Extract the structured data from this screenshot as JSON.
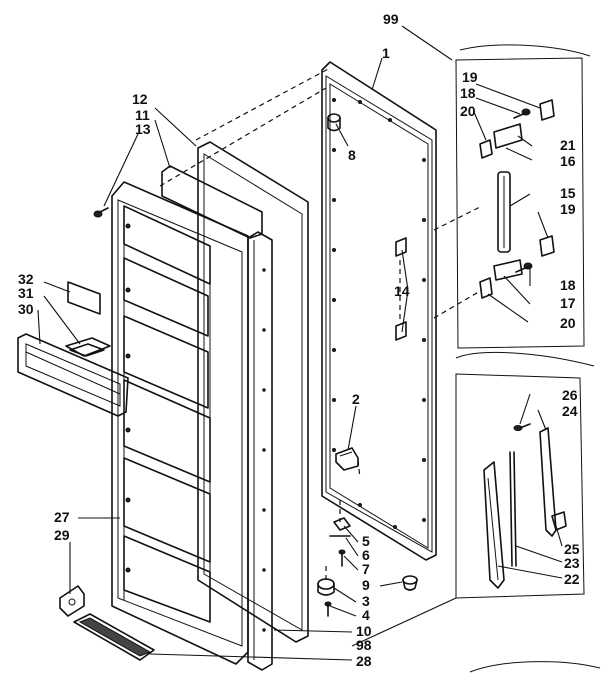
{
  "diagram": {
    "callouts": {
      "c99": "99",
      "c1": "1",
      "c12": "12",
      "c11": "11",
      "c13": "13",
      "c8": "8",
      "c19a": "19",
      "c18a": "18",
      "c20a": "20",
      "c21": "21",
      "c16": "16",
      "c15": "15",
      "c19b": "19",
      "c14": "14",
      "c18b": "18",
      "c17": "17",
      "c20b": "20",
      "c32": "32",
      "c31": "31",
      "c30": "30",
      "c2": "2",
      "c26": "26",
      "c24": "24",
      "c5": "5",
      "c6": "6",
      "c7": "7",
      "c9": "9",
      "c3": "3",
      "c4": "4",
      "c27": "27",
      "c29": "29",
      "c25": "25",
      "c23": "23",
      "c22": "22",
      "c10": "10",
      "c98": "98",
      "c28": "28"
    }
  }
}
